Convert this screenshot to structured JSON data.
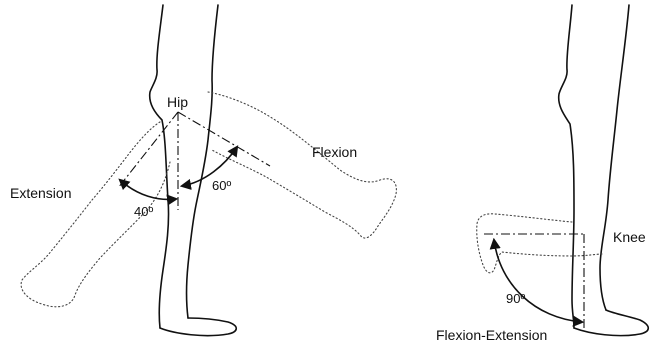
{
  "left_panel": {
    "joint_label": "Hip",
    "flexion_label": "Flexion",
    "extension_label": "Extension",
    "flexion_angle": "60º",
    "extension_angle": "40º"
  },
  "right_panel": {
    "joint_label": "Knee",
    "motion_label": "Flexion-Extension",
    "flexion_angle": "90º"
  },
  "colors": {
    "line": "#111111",
    "dotted": "#444444",
    "background": "#ffffff"
  }
}
